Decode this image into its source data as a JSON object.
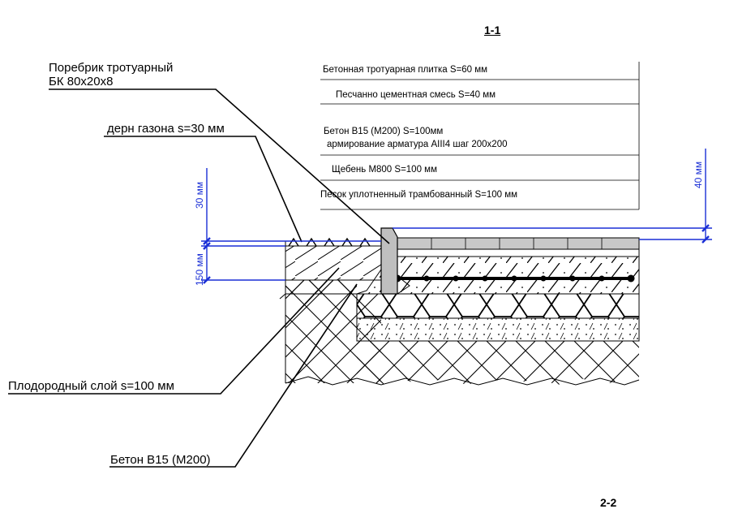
{
  "section_title": "1-1",
  "callouts": {
    "curb_line1": "Поребрик тротуарный",
    "curb_line2": "БК 80х20х8",
    "turf": "дерн газона s=30 мм",
    "fertile": "Плодородный слой s=100 мм",
    "concrete": "Бетон В15 (М200)"
  },
  "layers": [
    "Бетонная тротуарная плитка S=60 мм",
    "Песчанно цементная смесь S=40 мм",
    "Бетон В15 (М200) S=100мм",
    "армирование арматура АIII4  шаг 200х200",
    "Щебень М800 S=100 мм",
    "Песок уплотненный трамбованный S=100 мм"
  ],
  "dimensions": {
    "turf_thickness": "30 мм",
    "lawn_depth": "150 мм",
    "curb_rise": "40 мм"
  },
  "footer_fragment": "2-2",
  "colors": {
    "dimension": "#1a2fd6",
    "line": "#000000",
    "curb_fill": "#bfbfbf",
    "tile_fill": "#c8c8c8"
  }
}
